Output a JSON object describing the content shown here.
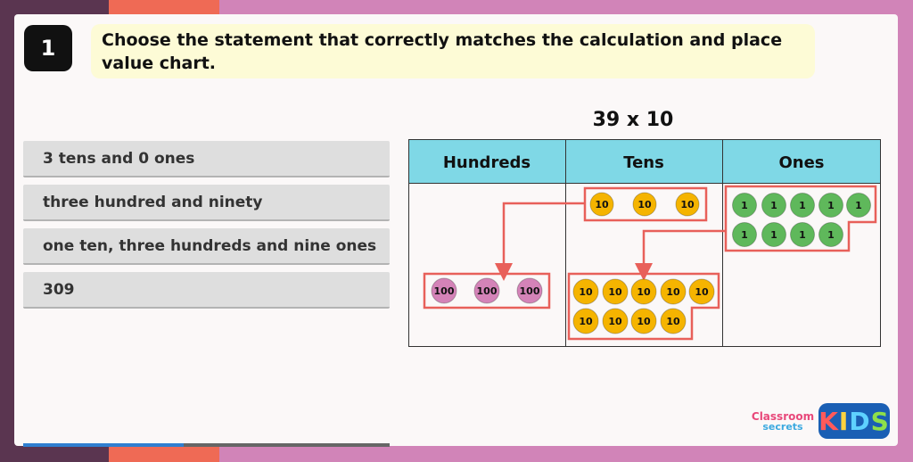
{
  "question": {
    "number": "1",
    "text": "Choose the statement that correctly matches the calculation and place value chart."
  },
  "options": [
    "3 tens and 0 ones",
    "three hundred and ninety",
    "one ten, three hundreds and nine ones",
    "309"
  ],
  "calculation": "39 x 10",
  "place_value_chart": {
    "headers": [
      "Hundreds",
      "Tens",
      "Ones"
    ],
    "hundreds_counter_label": "100",
    "tens_counter_label": "10",
    "ones_counter_label": "1",
    "before": {
      "tens": 3,
      "ones": 9
    },
    "after": {
      "hundreds": 3,
      "tens": 9,
      "ones": 0
    },
    "header_color": "#7fd8e6",
    "hundreds_color": "#d483b8",
    "tens_color": "#f5b400",
    "ones_color": "#5fb85b",
    "group_border_color": "#e8605a"
  },
  "logo": {
    "brand_line1": "Classroom",
    "brand_line2": "secrets",
    "kids_letters": [
      "K",
      "I",
      "D",
      "S"
    ],
    "kids_colors": [
      "#ff5a5a",
      "#ffd23f",
      "#5ed1ff",
      "#8ee04a"
    ]
  }
}
